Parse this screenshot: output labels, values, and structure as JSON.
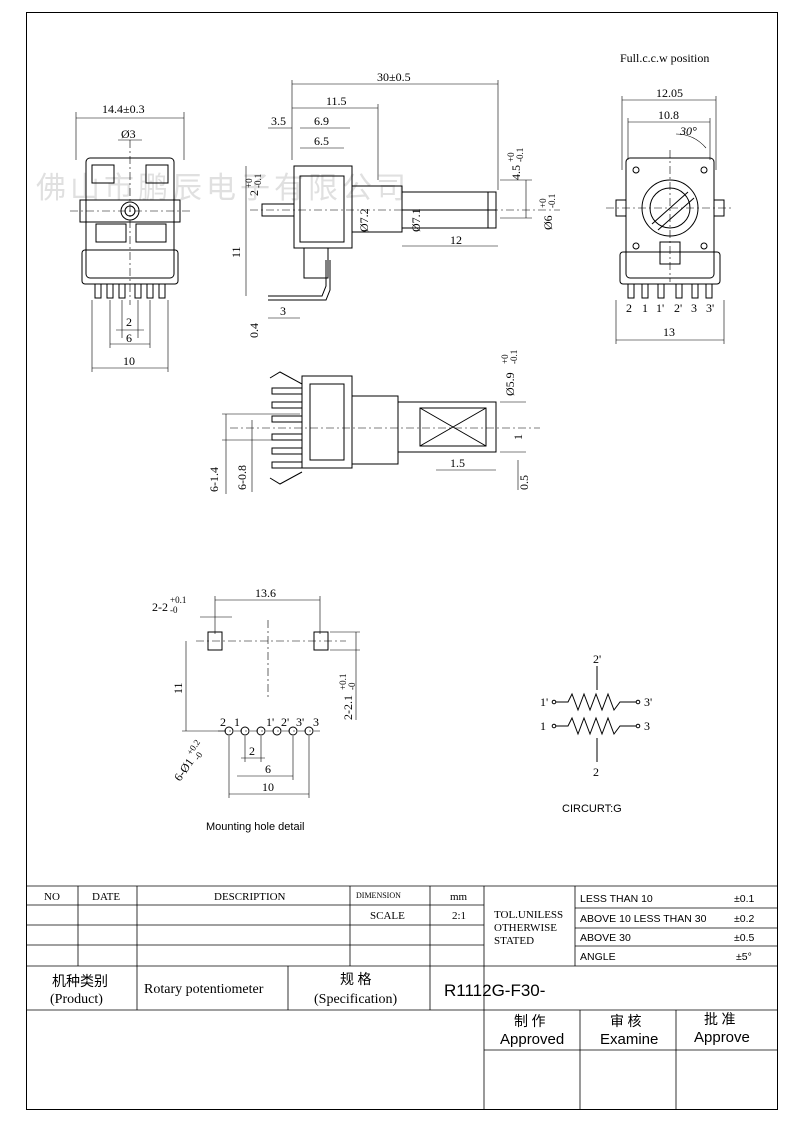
{
  "watermark": "佛山市鹏辰电子有限公司",
  "position_note": "Full.c.c.w position",
  "front_view": {
    "width": "14.4±0.3",
    "shaft_dia": "Ø3",
    "pin_pitch": "2",
    "pin_span_inner": "6",
    "pin_span_outer": "10"
  },
  "side_view": {
    "overall": "30±0.5",
    "d11_5": "11.5",
    "d3_5": "3.5",
    "d6_9": "6.9",
    "d6_5": "6.5",
    "d2": "2",
    "d2_tol": "+0",
    "d2_tol2": "-0.1",
    "d4_5": "4.5",
    "d4_5_tol": "+0",
    "d4_5_tol2": "-0.1",
    "bush_dia": "Ø7.2",
    "bush_dia2": "Ø7.1",
    "shaft_dia": "Ø6",
    "shaft_tol": "+0",
    "shaft_tol2": "-0.1",
    "shaft_len": "12",
    "height": "11",
    "lead": "3",
    "lead_thk": "0.4"
  },
  "rear_view": {
    "w_outer": "12.05",
    "w_inner": "10.8",
    "angle": "30°",
    "width_bottom": "13",
    "pins": [
      "2",
      "1",
      "1'",
      "2'",
      "3",
      "3'"
    ]
  },
  "bottom_view": {
    "flat_dia": "Ø5.9",
    "flat_tol": "+0",
    "flat_tol2": "-0.1",
    "d1": "1",
    "d1_5": "1.5",
    "d0_5": "0.5",
    "d6_1_4": "6-1.4",
    "d6_0_8": "6-0.8"
  },
  "mounting": {
    "caption": "Mounting hole detail",
    "spacing": "13.6",
    "slot": "2-2",
    "slot_tol": "+0.1",
    "slot_tol2": "-0",
    "height": "11",
    "slot2": "2-2.1",
    "slot2_tol": "+0.1",
    "slot2_tol2": "-0",
    "holes": "6-Ø1",
    "holes_tol": "+0.2",
    "holes_tol2": "-0",
    "pitch": "2",
    "span6": "6",
    "span10": "10",
    "pins": [
      "2",
      "1",
      "1'",
      "2'",
      "3'",
      "3"
    ]
  },
  "circuit": {
    "caption": "CIRCURT:G",
    "top": "2'",
    "bottom": "2",
    "left_top": "1'",
    "right_top": "3'",
    "left_bot": "1",
    "right_bot": "3"
  },
  "title_block": {
    "headers": {
      "no": "NO",
      "date": "DATE",
      "description": "DESCRIPTION",
      "dimension": "DIMENSION",
      "mm": "mm",
      "scale": "SCALE",
      "scale_val": "2:1"
    },
    "tol_note": [
      "TOL.UNILESS",
      "OTHERWISE",
      "STATED"
    ],
    "tolerances": [
      {
        "label": "LESS  THAN  10",
        "value": "±0.1"
      },
      {
        "label": "ABOVE 10 LESS THAN  30",
        "value": "±0.2"
      },
      {
        "label": "ABOVE  30",
        "value": "±0.5"
      },
      {
        "label": "ANGLE",
        "value": "±5°"
      }
    ],
    "product_cn": "机种类别",
    "product_en": "(Product)",
    "product_value": "Rotary potentiometer",
    "spec_cn": "规  格",
    "spec_en": "(Specification)",
    "spec_value": "R1112G-F30-",
    "approved_cn": "制 作",
    "approved_en": "Approved",
    "examine_cn": "审 核",
    "examine_en": "Examine",
    "approve_cn": "批 准",
    "approve_en": "Approve"
  }
}
